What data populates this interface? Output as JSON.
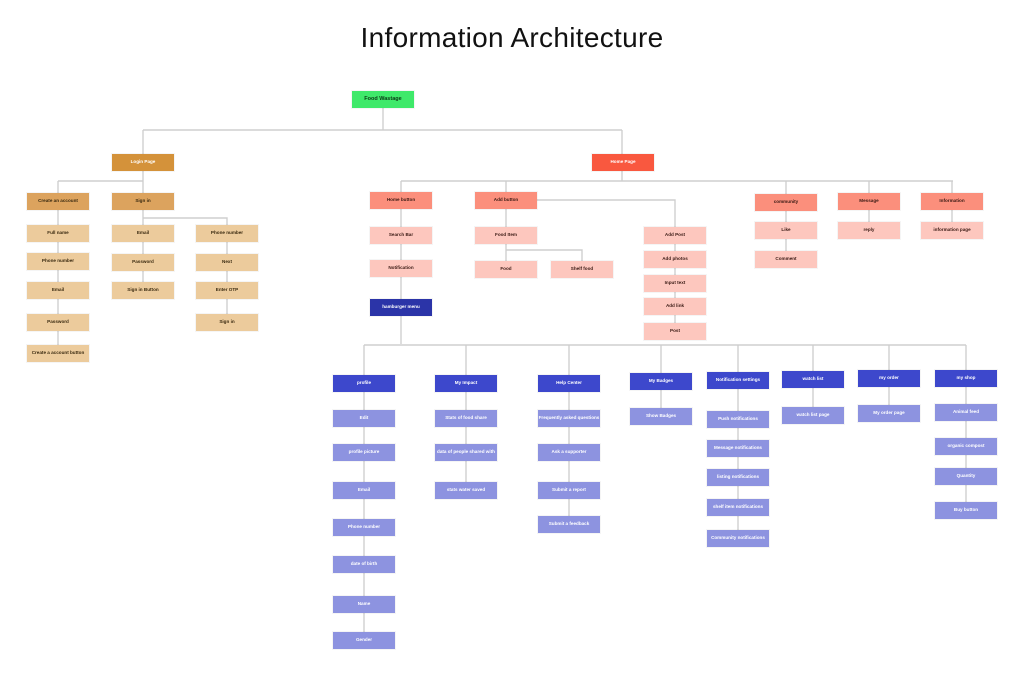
{
  "title": "Information Architecture",
  "root": "Food Wastage",
  "colors": {
    "root": "#3fe96a",
    "login": "#d4923a",
    "home": "#f9583f",
    "menu": "#2b34a8",
    "menu_section": "#3d48cc",
    "menu_item": "#8d93e0"
  },
  "login": {
    "label": "Login Page",
    "create_account": {
      "label": "Create an account",
      "items": [
        "Full name",
        "Phone number",
        "Email",
        "Password",
        "Create a account button"
      ]
    },
    "sign_in": {
      "label": "Sign in",
      "email_flow": [
        "Email",
        "Password",
        "Sign in Button"
      ],
      "phone_flow": [
        "Phone number",
        "Next",
        "Enter OTP",
        "Sign in"
      ]
    }
  },
  "home": {
    "label": "Home Page",
    "home_button": {
      "label": "Home button",
      "items": [
        "Search Bar",
        "Notification"
      ]
    },
    "add_button": {
      "label": "Add button",
      "food_item": "Food Item",
      "food_types": [
        "Food",
        "Shelf food"
      ],
      "post_flow": [
        "Add Post",
        "Add photos",
        "Input text",
        "Add link",
        "Post"
      ]
    },
    "community": {
      "label": "community",
      "items": [
        "Like",
        "Comment"
      ]
    },
    "message": {
      "label": "Message",
      "items": [
        "reply"
      ]
    },
    "information": {
      "label": "Information",
      "items": [
        "information page"
      ]
    }
  },
  "menu": {
    "label": "hamburger menu",
    "sections": [
      {
        "label": "profile",
        "items": [
          "Edit",
          "profile picture",
          "Email",
          "Phone number",
          "date of birth",
          "Name",
          "Gender"
        ]
      },
      {
        "label": "My Impact",
        "items": [
          "Stats of food share",
          "data of people shared with",
          "stats water saved"
        ]
      },
      {
        "label": "Help Center",
        "items": [
          "Frequently asked questions",
          "Ask a supporter",
          "Submit a report",
          "Submit a feedback"
        ]
      },
      {
        "label": "My Badges",
        "items": [
          "Show Badges"
        ]
      },
      {
        "label": "Notification  settings",
        "items": [
          "Push notifications",
          "Message notifications",
          "listing notifications",
          "shelf item notifications",
          "Community notifications"
        ]
      },
      {
        "label": "watch list",
        "items": [
          "watch list page"
        ]
      },
      {
        "label": "my order",
        "items": [
          "My order page"
        ]
      },
      {
        "label": "my shop",
        "items": [
          "Animal feed",
          "organic compost",
          "Quantity",
          "Buy button"
        ]
      }
    ]
  }
}
